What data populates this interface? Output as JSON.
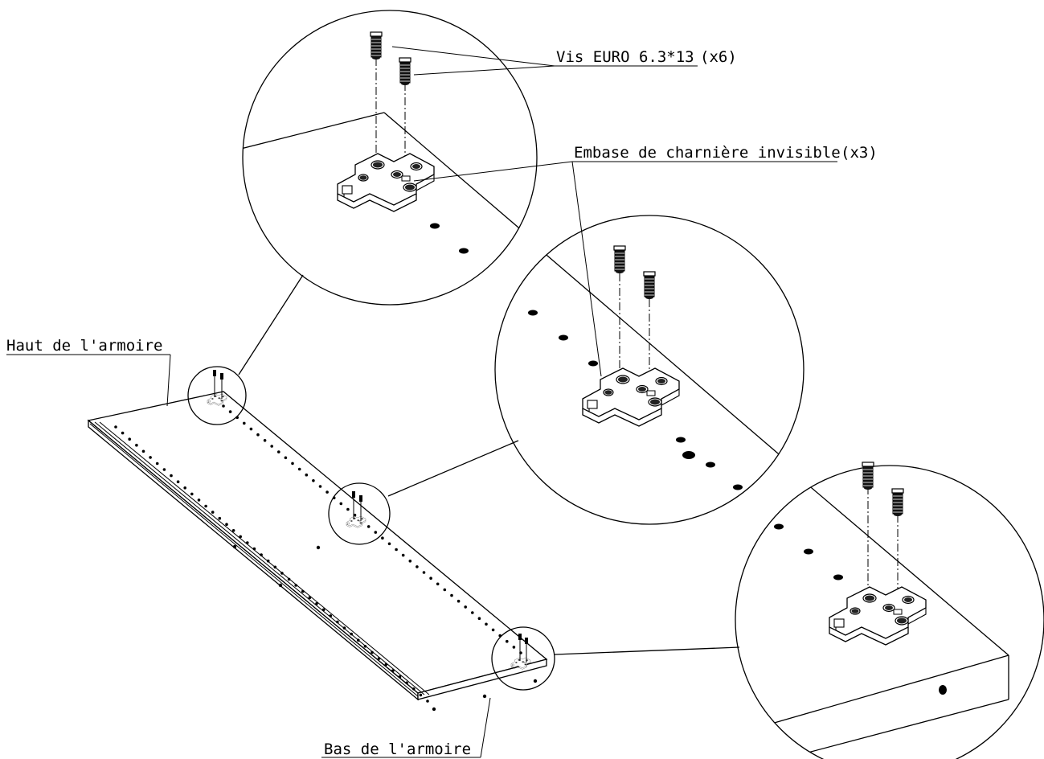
{
  "labels": {
    "screws": {
      "main": "Vis EURO 6.3*13",
      "qty": "(x6)"
    },
    "hinge_base": {
      "main": "Embase de charnière invisible",
      "qty": "(x3)"
    },
    "top": "Haut de l'armoire",
    "bottom": "Bas de l'armoire"
  },
  "icons": {
    "screw": "euro-screw-icon",
    "hinge_base": "hinge-base-plate-icon"
  },
  "colors": {
    "line": "#000000",
    "background": "#ffffff"
  }
}
